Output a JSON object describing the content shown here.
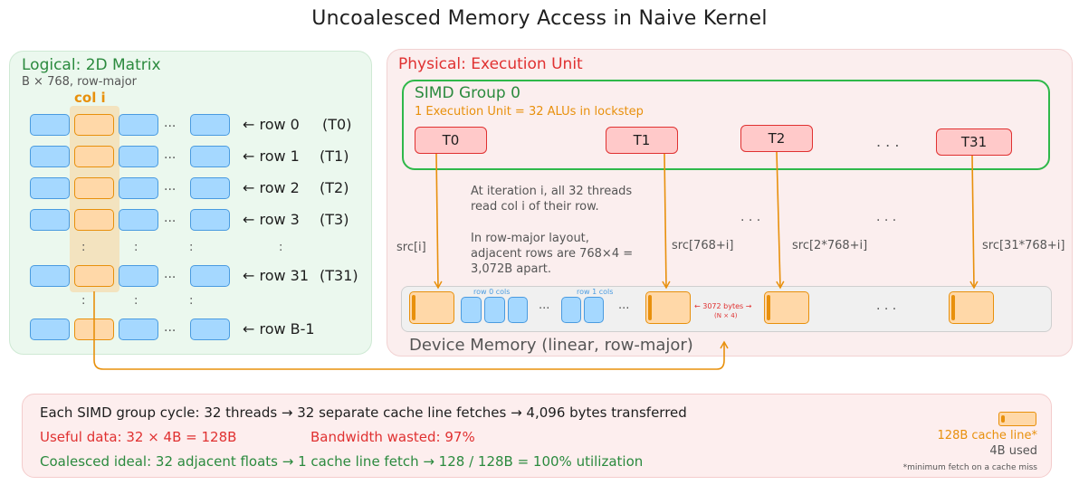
{
  "title": "Uncoalesced Memory Access in Naive Kernel",
  "logical": {
    "heading": "Logical: 2D Matrix",
    "subheading": "B × 768, row-major",
    "col_label": "col i",
    "ellipsis": "...",
    "vdots": ":",
    "rows": [
      {
        "label": "← row 0",
        "thread": "(T0)"
      },
      {
        "label": "← row 1",
        "thread": "(T1)"
      },
      {
        "label": "← row 2",
        "thread": "(T2)"
      },
      {
        "label": "← row 3",
        "thread": "(T3)"
      },
      {
        "label": "← row 31",
        "thread": "(T31)"
      },
      {
        "label": "← row B-1",
        "thread": ""
      }
    ]
  },
  "physical": {
    "heading": "Physical: Execution Unit",
    "simd_title": "SIMD Group 0",
    "simd_subtitle": "1 Execution Unit  = 32 ALUs in lockstep",
    "threads": [
      "T0",
      "T1",
      "T2",
      "T31"
    ],
    "dots": ". . .",
    "note1": [
      "At iteration i, all 32 threads",
      "read col i of their row."
    ],
    "note2": [
      "In row-major layout,",
      "adjacent rows are 768×4 =",
      "3,072B apart."
    ],
    "src_labels": [
      "src[i]",
      "src[768+i]",
      "src[2*768+i]",
      "src[31*768+i]"
    ],
    "mem_row0": "row 0 cols",
    "mem_row1": "row 1 cols",
    "gap_label": [
      "← 3072 bytes →",
      "(N × 4)"
    ],
    "memory_label": "Device Memory (linear, row-major)"
  },
  "summary": {
    "line1": "Each SIMD group cycle:  32 threads → 32 separate cache line fetches → 4,096 bytes transferred",
    "useful": "Useful data:  32 × 4B = 128B",
    "wasted": "Bandwidth wasted: 97%",
    "ideal": "Coalesced ideal:  32 adjacent floats → 1 cache line fetch → 128 / 128B = 100% utilization",
    "legend_cache": "128B cache line*",
    "legend_used": "4B used",
    "footnote": "*minimum fetch on a cache miss"
  },
  "colors": {
    "green": "#2b8a3e",
    "red": "#e03131",
    "orange": "#e8900c",
    "blue": "#4a9be0"
  }
}
